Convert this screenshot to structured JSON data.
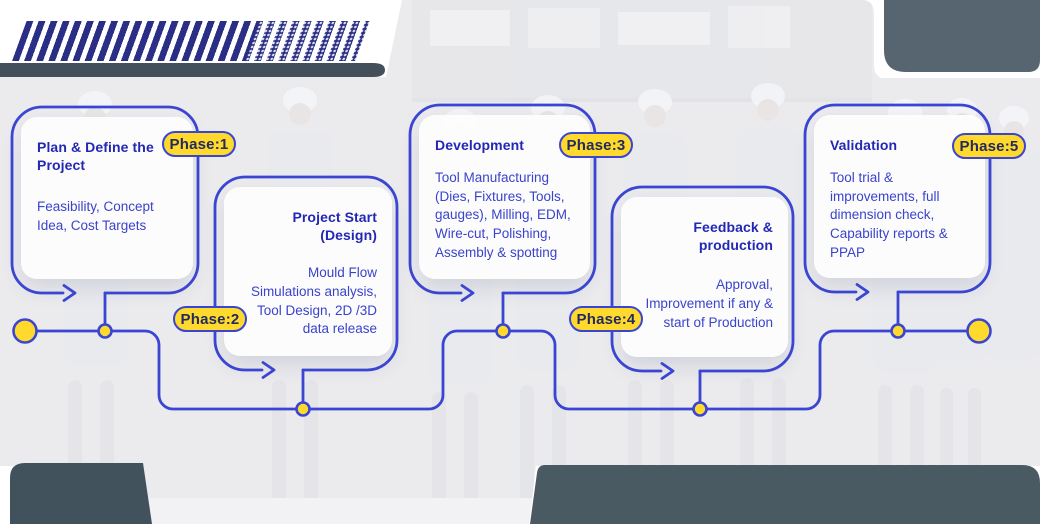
{
  "theme": {
    "line_blue": "#3a45d2",
    "title_blue": "#2227b4",
    "body_blue": "#3a43cb",
    "yellow": "#ffd92b",
    "badge_text": "#232a5e",
    "stripe_navy": "#2a2f85",
    "photo_gray": "#ebebee",
    "slate_top": "#43505b",
    "slate_topright": "#56656f",
    "slate_bottom_left": "#42525c",
    "slate_bottom_right": "#4a5a63"
  },
  "phases": [
    {
      "badge": "Phase:1",
      "title": "Plan & Define the\nProject",
      "body": "Feasibility, Concept\nIdea, Cost Targets"
    },
    {
      "badge": "Phase:2",
      "title": "Project Start\n(Design)",
      "body": "Mould Flow\nSimulations analysis,\nTool Design, 2D /3D\ndata release"
    },
    {
      "badge": "Phase:3",
      "title": "Development",
      "body": "Tool Manufacturing\n(Dies, Fixtures, Tools,\ngauges), Milling, EDM,\nWire-cut, Polishing,\nAssembly & spotting"
    },
    {
      "badge": "Phase:4",
      "title": "Feedback &\nproduction",
      "body": "Approval,\nImprovement if any &\nstart of Production"
    },
    {
      "badge": "Phase:5",
      "title": "Validation",
      "body": "Tool trial &\nimprovements, full\ndimension check,\nCapability reports &\nPPAP"
    }
  ]
}
